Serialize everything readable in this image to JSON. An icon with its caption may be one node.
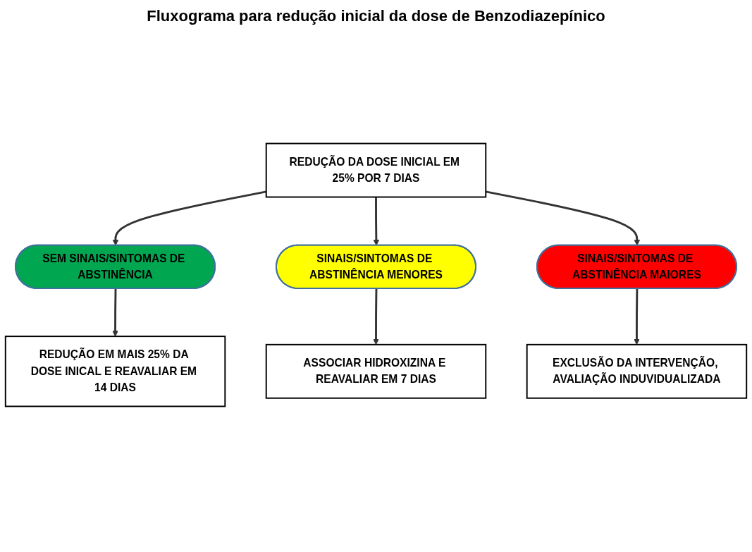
{
  "diagram": {
    "title": "Fluxograma para redução inicial da dose de Benzodiazepínico",
    "nodes": [
      {
        "text": [
          "REDUÇÃO DA DOSE INICIAL EM 25% POR 7 DIAS"
        ]
      },
      {
        "text": [
          "SEM SINAIS/SINTOMAS DE ABSTINÊNCIA"
        ]
      },
      {
        "text": [
          "SINAIS/SINTOMAS DE ABSTINÊNCIA MAIORES"
        ]
      },
      {
        "text": [
          "SINAIS/SINTOMAS DE ABSTINÊNCIA MENORES"
        ]
      },
      {
        "text": [
          "REDUÇÃO EM MAIS 25% DA DOSE INICAL E REAVALIAR EM 14 DIAS"
        ]
      },
      {
        "text": [
          "EXCLUSÃO DA INTERVENÇÃO, AVALIAÇÃO INDUVIDUALIZADA"
        ]
      },
      {
        "text": [
          "ASSOCIAR HIDROXIZINA E REAVALIAR EM 7 DIAS"
        ]
      }
    ],
    "edges": [
      {
        "from": 0,
        "to": 1,
        "arrow": "to"
      },
      {
        "from": 0,
        "to": 3,
        "arrow": "to"
      },
      {
        "from": 0,
        "to": 2,
        "arrow": "to"
      },
      {
        "from": 1,
        "to": 4,
        "arrow": "to"
      },
      {
        "from": 2,
        "to": 5,
        "arrow": "to"
      },
      {
        "from": 3,
        "to": 6,
        "arrow": "to"
      }
    ]
  }
}
